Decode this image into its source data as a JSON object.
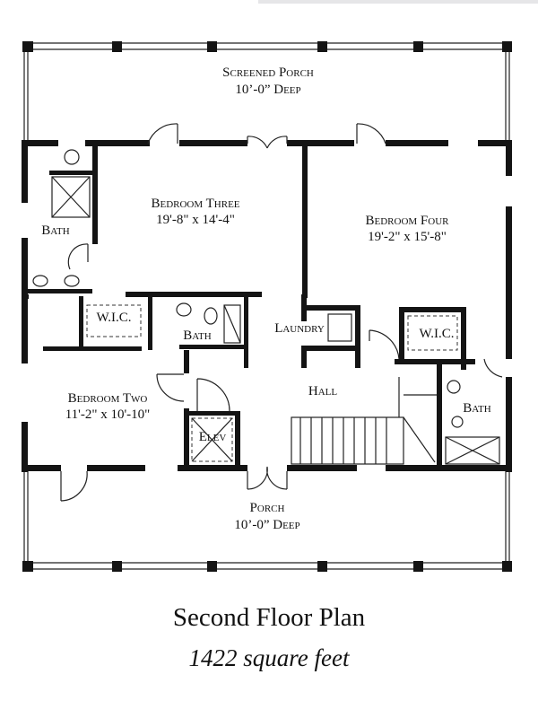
{
  "plan": {
    "rooms": {
      "screened_porch": {
        "name": "Screened Porch",
        "dims": "10’-0” Deep"
      },
      "bedroom_three": {
        "name": "Bedroom Three",
        "dims": "19'-8\" x 14'-4\""
      },
      "bedroom_four": {
        "name": "Bedroom Four",
        "dims": "19'-2\" x 15'-8\""
      },
      "bath_left": {
        "name": "Bath"
      },
      "wic_left": {
        "name": "W.I.C."
      },
      "bath_center": {
        "name": "Bath"
      },
      "laundry": {
        "name": "Laundry"
      },
      "wic_right": {
        "name": "W.I.C."
      },
      "hall": {
        "name": "Hall"
      },
      "bath_right": {
        "name": "Bath"
      },
      "bedroom_two": {
        "name": "Bedroom Two",
        "dims": "11'-2\" x 10'-10\""
      },
      "elevator": {
        "name": "Elev"
      },
      "porch": {
        "name": "Porch",
        "dims": "10’-0” Deep"
      }
    }
  },
  "caption": {
    "title": "Second Floor Plan",
    "subtitle": "1422 square feet"
  }
}
